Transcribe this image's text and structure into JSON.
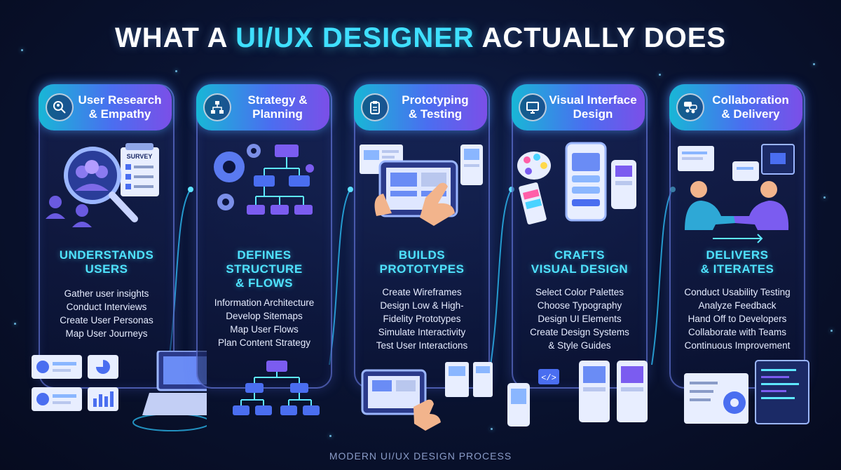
{
  "title": {
    "part1": "WHAT A ",
    "highlight": "UI/UX DESIGNER",
    "part2": " ACTUALLY DOES"
  },
  "footer": "MODERN UI/UX DESIGN PROCESS",
  "colors": {
    "accent": "#3fe0ff",
    "heading": "#4fe3ff",
    "header_gradient": [
      "#18b7d6",
      "#4a6ef0",
      "#7b4fe8"
    ]
  },
  "cards": [
    {
      "header_lines": [
        "User Research",
        "& Empathy"
      ],
      "icon": "magnifier-users-icon",
      "subtitle_lines": [
        "UNDERSTANDS",
        "USERS"
      ],
      "items": [
        "Gather user insights",
        "Conduct Interviews",
        "Create User Personas",
        "Map User Journeys"
      ],
      "survey_label": "SURVEY"
    },
    {
      "header_lines": [
        "Strategy &",
        "Planning"
      ],
      "icon": "sitemap-icon",
      "subtitle_lines": [
        "DEFINES",
        "STRUCTURE",
        "& FLOWS"
      ],
      "items": [
        "Information Architecture",
        "Develop Sitemaps",
        "Map User Flows",
        "Plan Content Strategy"
      ]
    },
    {
      "header_lines": [
        "Prototyping",
        "& Testing"
      ],
      "icon": "clipboard-icon",
      "subtitle_lines": [
        "BUILDS",
        "PROTOTYPES"
      ],
      "items": [
        "Create Wireframes",
        "Design Low & High-",
        "Fidelity Prototypes",
        "Simulate Interactivity",
        "Test User Interactions"
      ]
    },
    {
      "header_lines": [
        "Visual Interface",
        "Design"
      ],
      "icon": "monitor-icon",
      "subtitle_lines": [
        "CRAFTS",
        "VISUAL DESIGN"
      ],
      "items": [
        "Select Color Palettes",
        "Choose Typography",
        "Design UI Elements",
        "Create Design Systems",
        "& Style Guides"
      ]
    },
    {
      "header_lines": [
        "Collaboration",
        "& Delivery"
      ],
      "icon": "chat-people-icon",
      "subtitle_lines": [
        "DELIVERS",
        "& ITERATES"
      ],
      "items": [
        "Conduct Usability Testing",
        "Analyze Feedback",
        "Hand Off to Developers",
        "Collaborate with Teams",
        "Continuous Improvement"
      ],
      "code_label": "</>"
    }
  ]
}
